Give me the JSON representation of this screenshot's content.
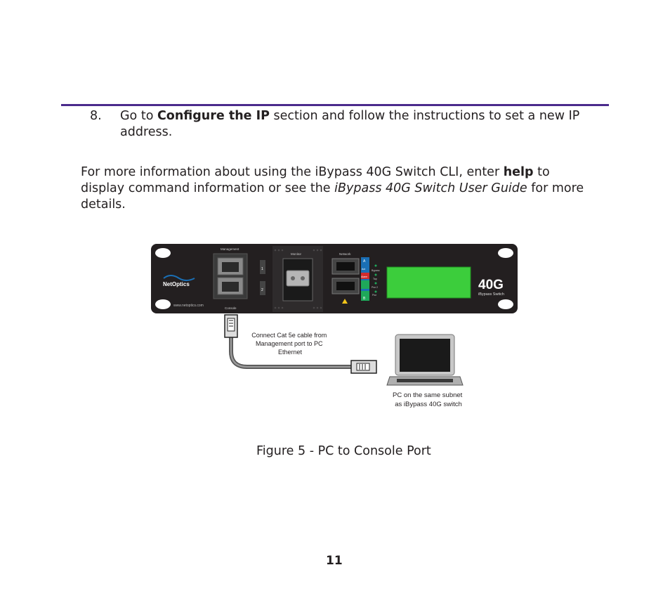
{
  "step": {
    "number": "8.",
    "prefix": "Go to ",
    "bold": "Configure the IP",
    "suffix": " section and follow the instructions to set a new IP address."
  },
  "info": {
    "part1": "For more information about using the iBypass 40G Switch CLI, enter ",
    "bold": "help",
    "part2": " to display command information or see the ",
    "italic": "iBypass 40G Switch User Guide",
    "part3": " for more details."
  },
  "figure": {
    "device": {
      "brand_logo_text": "NetOptics",
      "website": "www.netoptics.com",
      "management_label": "Management",
      "console_label": "Console",
      "monitor_label": "Monitor",
      "network_label": "Network",
      "port1": "1",
      "port2": "2",
      "model": "40G",
      "model_sub": "iBypass Switch",
      "led_a": "A",
      "led_b": "B",
      "led_act": "Act",
      "led_alarm": "Alarm",
      "led_bypass": "Bypass",
      "led_tap": "Tap",
      "led_pwr2": "Pwr 2",
      "led_pwr": "Pwr",
      "lcd_color": "#33cc33",
      "accent_color": "#1a6fb5",
      "alarm_color": "#d12c2c",
      "led_green": "#1fa85a"
    },
    "cable_note_lines": [
      "Connect Cat 5e cable from",
      "Management port to PC",
      "Ethernet"
    ],
    "pc_note_lines": [
      "PC on the same subnet",
      "as iBypass 40G switch"
    ]
  },
  "caption": "Figure 5 - PC to Console Port",
  "page_number": "11"
}
